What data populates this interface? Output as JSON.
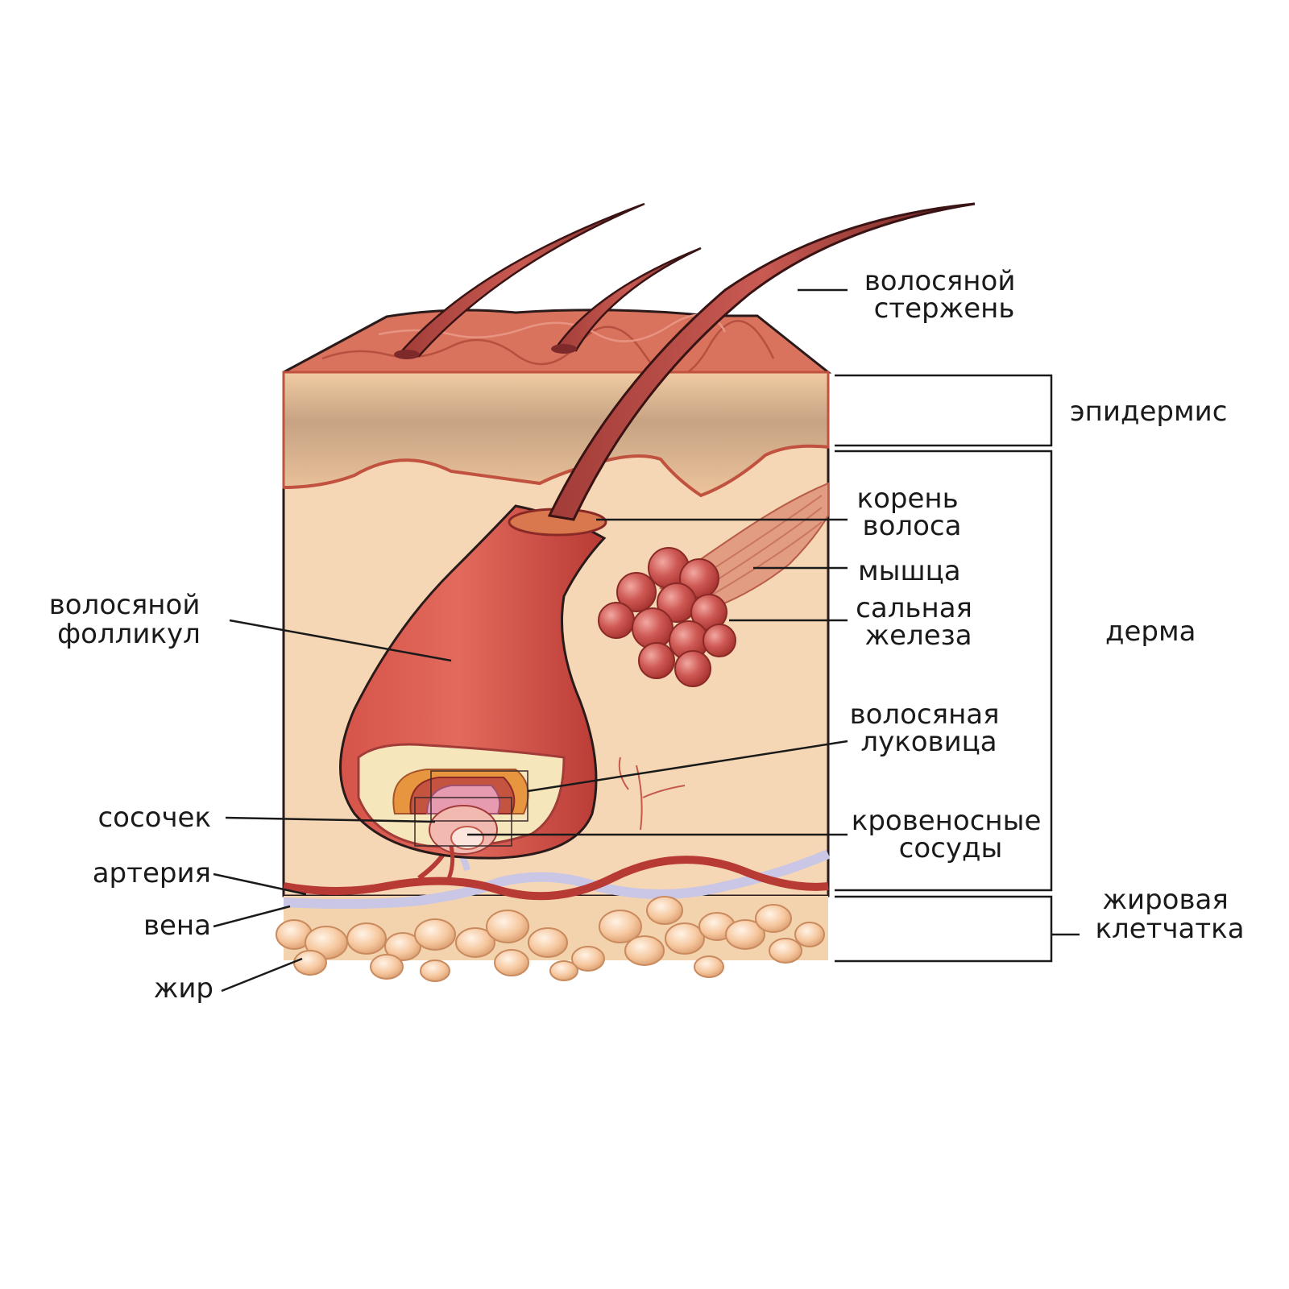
{
  "labels": {
    "hair_shaft": [
      "волосяной",
      "стержень"
    ],
    "epidermis": "эпидермис",
    "hair_root": [
      "корень",
      "волоса"
    ],
    "muscle": "мышца",
    "sebaceous_gland": [
      "сальная",
      "железа"
    ],
    "dermis": "дерма",
    "hair_follicle": [
      "волосяной",
      "фолликул"
    ],
    "hair_bulb": [
      "волосяная",
      "луковица"
    ],
    "papilla": "сосочек",
    "blood_vessels": [
      "кровеносные",
      "сосуды"
    ],
    "artery": "артерия",
    "vein": "вена",
    "fat": "жир",
    "subcutaneous_fat": [
      "жировая",
      "клетчатка"
    ]
  },
  "colors": {
    "skin_surface": "#d9735e",
    "epidermis": "#e9c19a",
    "epidermis_band": "#c9a07c",
    "dermis": "#f5d7b5",
    "follicle": "#c8463e",
    "hair": "#7e2a2a",
    "gland": "#c44a45",
    "muscle": "#e29c82",
    "artery": "#b83a35",
    "vein": "#c9c6e6",
    "fat": "#f6c79e"
  }
}
